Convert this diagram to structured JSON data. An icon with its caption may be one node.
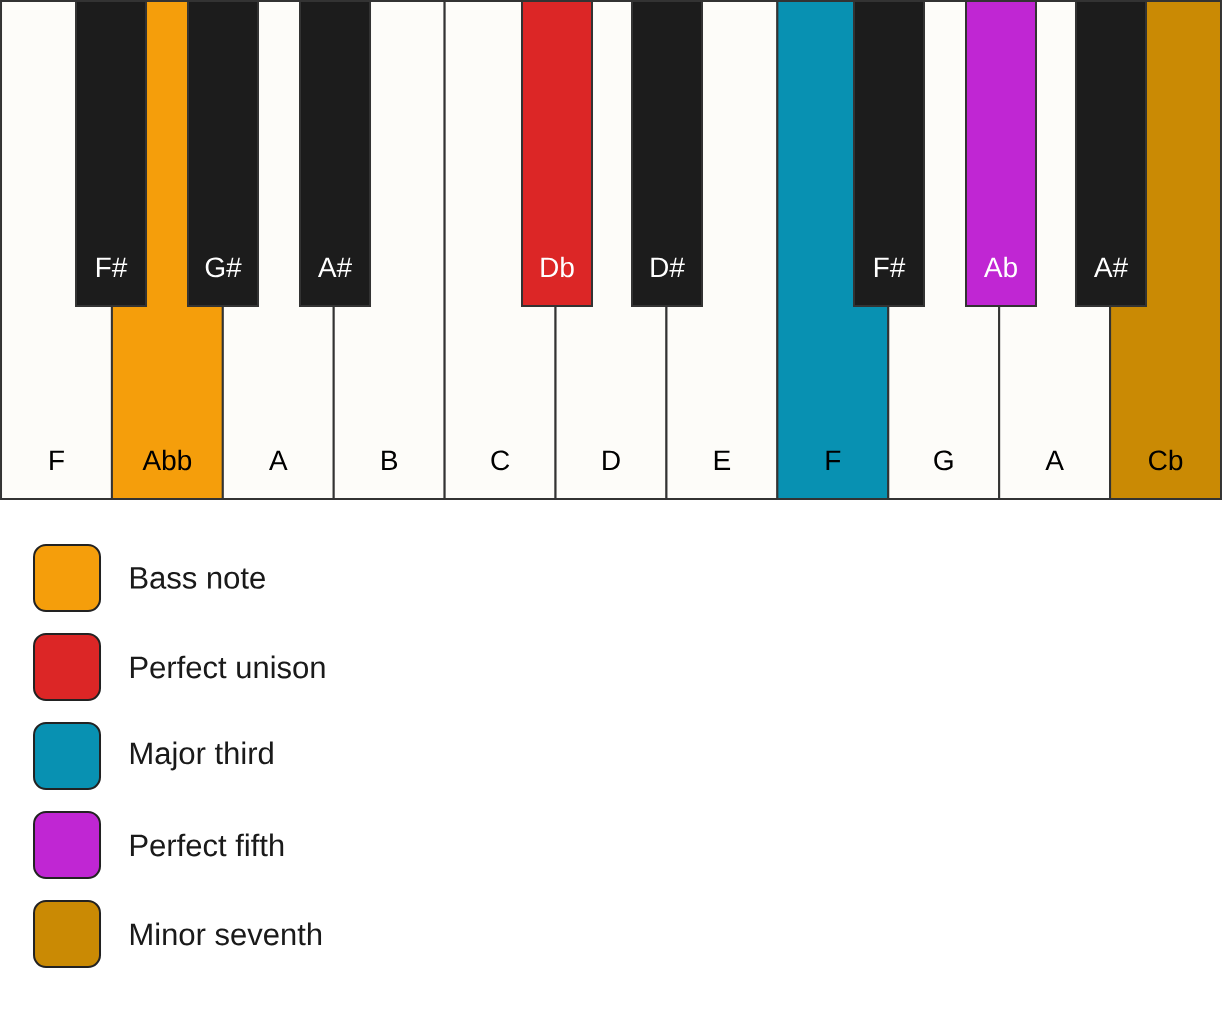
{
  "diagram": {
    "nodes": [
      {
        "text": [
          "F"
        ]
      },
      {
        "text": [
          "Abb"
        ]
      },
      {
        "text": [
          "A"
        ]
      },
      {
        "text": [
          "B"
        ]
      },
      {
        "text": [
          "C"
        ]
      },
      {
        "text": [
          "D"
        ]
      },
      {
        "text": [
          "E"
        ]
      },
      {
        "text": [
          "F"
        ]
      },
      {
        "text": [
          "G"
        ]
      },
      {
        "text": [
          "A"
        ]
      },
      {
        "text": [
          "Cb"
        ]
      },
      {
        "text": [
          "F#"
        ]
      },
      {
        "text": [
          "G#"
        ]
      },
      {
        "text": [
          "A#"
        ]
      },
      {
        "text": [
          "Db"
        ]
      },
      {
        "text": [
          "D#"
        ]
      },
      {
        "text": [
          "F#"
        ]
      },
      {
        "text": [
          "Ab"
        ]
      },
      {
        "text": [
          "A#"
        ]
      }
    ],
    "legend": [
      {
        "text": "Bass note",
        "color": "#f59e0b"
      },
      {
        "text": "Perfect unison",
        "color": "#dc2626"
      },
      {
        "text": "Major third",
        "color": "#0891b2"
      },
      {
        "text": "Perfect fifth",
        "color": "#c026d3"
      },
      {
        "text": "Minor seventh",
        "color": "#ca8a04"
      }
    ]
  }
}
